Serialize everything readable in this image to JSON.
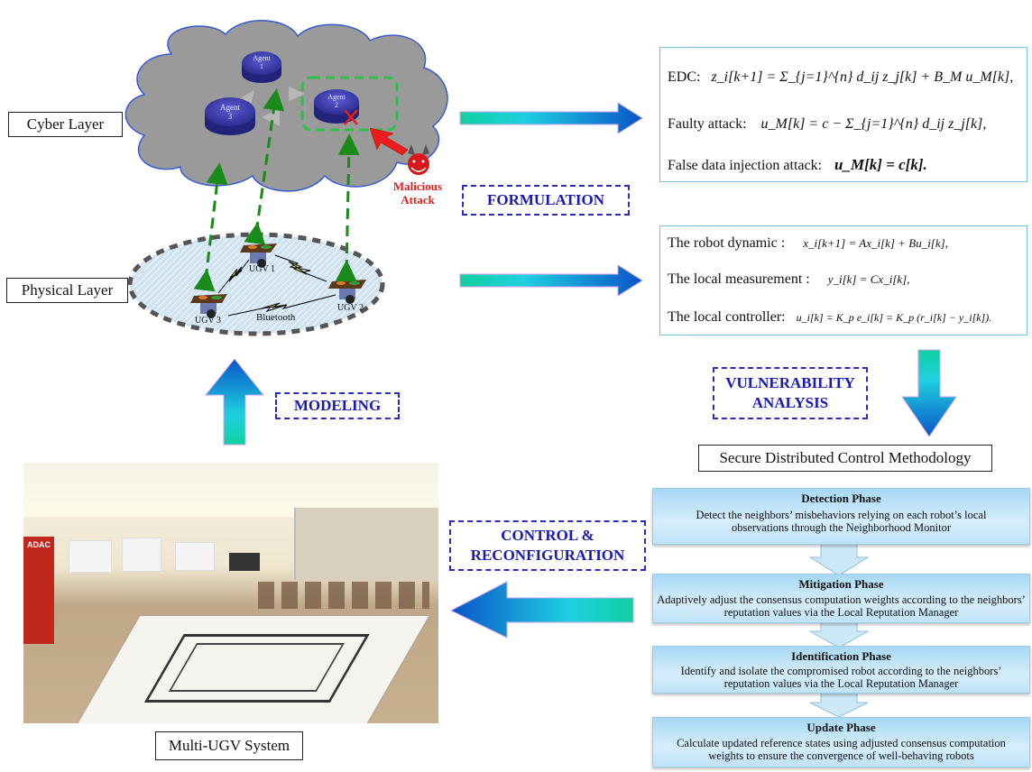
{
  "layers": {
    "cyber": "Cyber Layer",
    "physical": "Physical Layer"
  },
  "cyber_agents": [
    {
      "line1": "Agent",
      "line2": "1"
    },
    {
      "line1": "Agent",
      "line2": "2"
    },
    {
      "line1": "Agent",
      "line2": "3"
    }
  ],
  "attack": {
    "line1": "Malicious",
    "line2": "Attack"
  },
  "ugvs": [
    "UGV 1",
    "UGV 2",
    "UGV 3"
  ],
  "link_label": "Bluetooth",
  "process_labels": {
    "formulation": "FORMULATION",
    "modeling": "MODELING",
    "vulnerability_line1": "VULNERABILITY",
    "vulnerability_line2": "ANALYSIS",
    "control_line1": "CONTROL &",
    "control_line2": "RECONFIGURATION"
  },
  "attack_equations": [
    {
      "label": "EDC:",
      "expr": "z_i[k+1] = Σ_{j=1}^{n} d_ij z_j[k] + B_M u_M[k],"
    },
    {
      "label": "Faulty attack:",
      "expr": "u_M[k] = c − Σ_{j=1}^{n} d_ij z_j[k],"
    },
    {
      "label": "False data injection attack:",
      "expr": "u_M[k] = c[k]."
    }
  ],
  "robot_equations": [
    {
      "label": "The robot dynamic :",
      "expr": "x_i[k+1] = Ax_i[k] + Bu_i[k],"
    },
    {
      "label": "The local measurement :",
      "expr": "y_i[k] = Cx_i[k],"
    },
    {
      "label": "The local controller:",
      "expr": "u_i[k] = K_p e_i[k] = K_p (r_i[k] − y_i[k])."
    }
  ],
  "methodology_title": "Secure Distributed Control Methodology",
  "phases": [
    {
      "title": "Detection Phase",
      "desc": "Detect the neighbors’ misbehaviors relying on each robot’s local observations through the Neighborhood Monitor"
    },
    {
      "title": "Mitigation Phase",
      "desc": "Adaptively adjust the consensus computation weights according to the neighbors’ reputation values via the Local Reputation Manager"
    },
    {
      "title": "Identification Phase",
      "desc": "Identify and isolate the compromised robot according to the neighbors’ reputation values via the Local Reputation Manager"
    },
    {
      "title": "Update Phase",
      "desc": "Calculate updated reference states using adjusted consensus computation weights to ensure the convergence of well-behaving robots"
    }
  ],
  "system_caption": "Multi-UGV System",
  "photo_banner": "ADAC",
  "colors": {
    "process_label": "#1a1ab0",
    "attack_red": "#e02020",
    "link_green": "#1a8a1a",
    "agent_blue": "#3b3ba8",
    "arrow_start": "#12d6a8",
    "arrow_end": "#0a5bd0"
  }
}
